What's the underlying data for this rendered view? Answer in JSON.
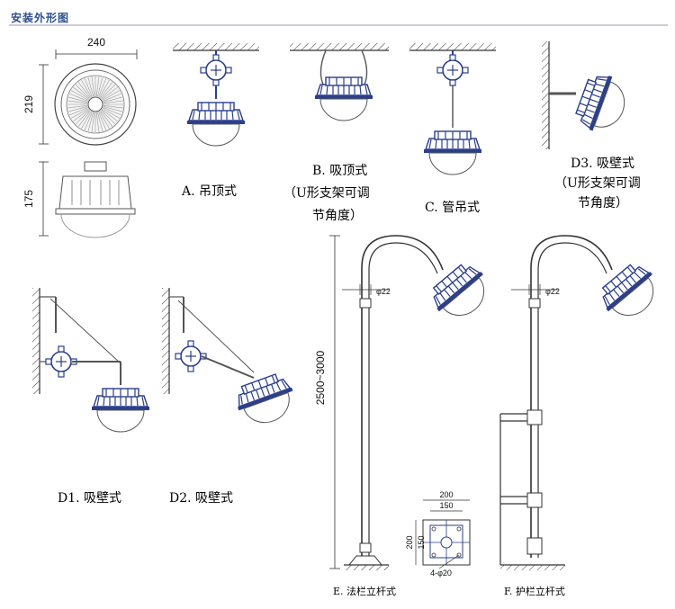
{
  "section_title": "安装外形图",
  "dimensions": {
    "width": "240",
    "height_top": "219",
    "height_side": "175",
    "pole_height": "2500~3000",
    "pipe_dia_e": "φ22",
    "pipe_dia_f": "φ22",
    "base_outer": "200",
    "base_inner": "150",
    "base_outer_v": "200",
    "base_inner_v": "150",
    "bolt": "4-φ20"
  },
  "labels": {
    "a": "A. 吊顶式",
    "b_line1": "B. 吸顶式",
    "b_line2": "（U形支架可调",
    "b_line3": "节角度）",
    "c": "C. 管吊式",
    "d3_line1": "D3. 吸壁式",
    "d3_line2": "（U形支架可调",
    "d3_line3": "节角度）",
    "d1": "D1. 吸壁式",
    "d2": "D2. 吸壁式",
    "e": "E. 法栏立杆式",
    "f": "F. 护栏立杆式"
  },
  "colors": {
    "line": "#333333",
    "lamp": "#2b3f8a",
    "header": "#2d4f8e"
  }
}
